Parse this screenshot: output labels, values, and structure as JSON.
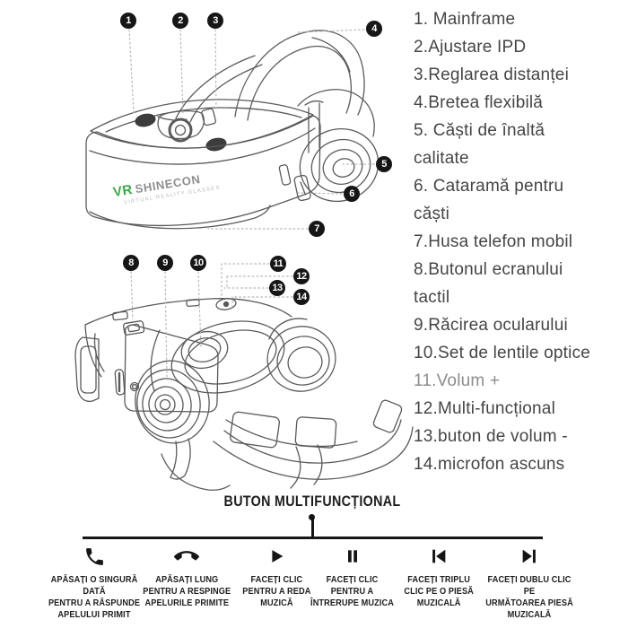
{
  "legend": {
    "items": [
      {
        "text": "1. Mainframe",
        "muted": false
      },
      {
        "text": "2.Ajustare IPD",
        "muted": false
      },
      {
        "text": "3.Reglarea distanței",
        "muted": false
      },
      {
        "text": "4.Bretea flexibilă",
        "muted": false
      },
      {
        "text": "5. Căști de înaltă\ncalitate",
        "muted": false
      },
      {
        "text": "6. Cataramă pentru\ncăști",
        "muted": false
      },
      {
        "text": "7.Husa telefon mobil",
        "muted": false
      },
      {
        "text": "8.Butonul ecranului\ntactil",
        "muted": false
      },
      {
        "text": "9.Răcirea ocularului",
        "muted": false
      },
      {
        "text": "10.Set de lentile optice",
        "muted": false
      },
      {
        "text": "11.Volum +",
        "muted": true
      },
      {
        "text": "12.Multi-funcțional",
        "muted": false
      },
      {
        "text": "13.buton de volum -",
        "muted": false
      },
      {
        "text": "14.microfon ascuns",
        "muted": false
      }
    ]
  },
  "callouts": {
    "numbers": [
      "1",
      "2",
      "3",
      "4",
      "5",
      "6",
      "7",
      "8",
      "9",
      "10",
      "11",
      "12",
      "13",
      "14"
    ]
  },
  "logo": {
    "vr": "VR",
    "name": "SHINECON",
    "tagline": "VIRTUAL REALITY GLASSES"
  },
  "button_guide": {
    "title": "BUTON MULTIFUNCȚIONAL",
    "actions": [
      {
        "icon": "phone-answer",
        "label": "APĂSAȚI O SINGURĂ DATĂ\nPENTRU A RĂSPUNDE\nAPELULUI PRIMIT"
      },
      {
        "icon": "phone-hangup",
        "label": "APĂSAȚI LUNG\nPENTRU A RESPINGE\nAPELURILE PRIMITE"
      },
      {
        "icon": "play",
        "label": "FACEȚI CLIC\nPENTRU A REDA\nMUZICĂ"
      },
      {
        "icon": "pause",
        "label": "FACEȚI CLIC\nPENTRU A\nÎNTRERUPE MUZICA"
      },
      {
        "icon": "skip-previous",
        "label": "FACEȚI TRIPLU\nCLIC PE O PIESĂ\nMUZICALĂ"
      },
      {
        "icon": "skip-next",
        "label": "FACEȚI DUBLU CLIC\nPE\nURMĂTOAREA PIESĂ\nMUZICALĂ"
      }
    ]
  },
  "colors": {
    "accent_green": "#3da845",
    "ink": "#171717",
    "line_art": "#5a5a5a",
    "leader_dots": "#b5b5b5",
    "muted_text": "#8d8d8d"
  }
}
